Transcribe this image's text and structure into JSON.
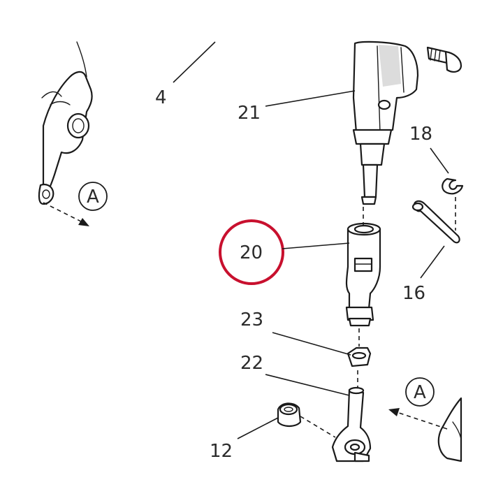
{
  "diagram": {
    "labels": {
      "part_4": "4",
      "part_21": "21",
      "part_18": "18",
      "part_20": "20",
      "part_16": "16",
      "part_23": "23",
      "part_22": "22",
      "part_12": "12",
      "view_a_left": "A",
      "view_a_right": "A"
    },
    "highlight": {
      "part": "20",
      "color": "#c8102e"
    }
  }
}
